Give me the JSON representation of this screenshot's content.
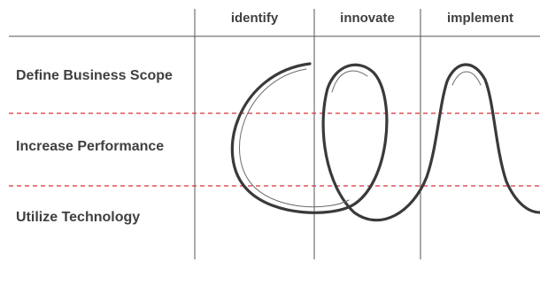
{
  "columns": [
    {
      "id": "identify",
      "label": "identify"
    },
    {
      "id": "innovate",
      "label": "innovate"
    },
    {
      "id": "implement",
      "label": "implement"
    }
  ],
  "rows": [
    {
      "id": "define-business-scope",
      "label": "Define Business Scope"
    },
    {
      "id": "increase-performance",
      "label": "Increase Performance"
    },
    {
      "id": "utilize-technology",
      "label": "Utilize Technology"
    }
  ],
  "colors": {
    "text": "#404040",
    "grid": "#555555",
    "divider": "#d9303a",
    "curve": "#3a3a3a"
  }
}
